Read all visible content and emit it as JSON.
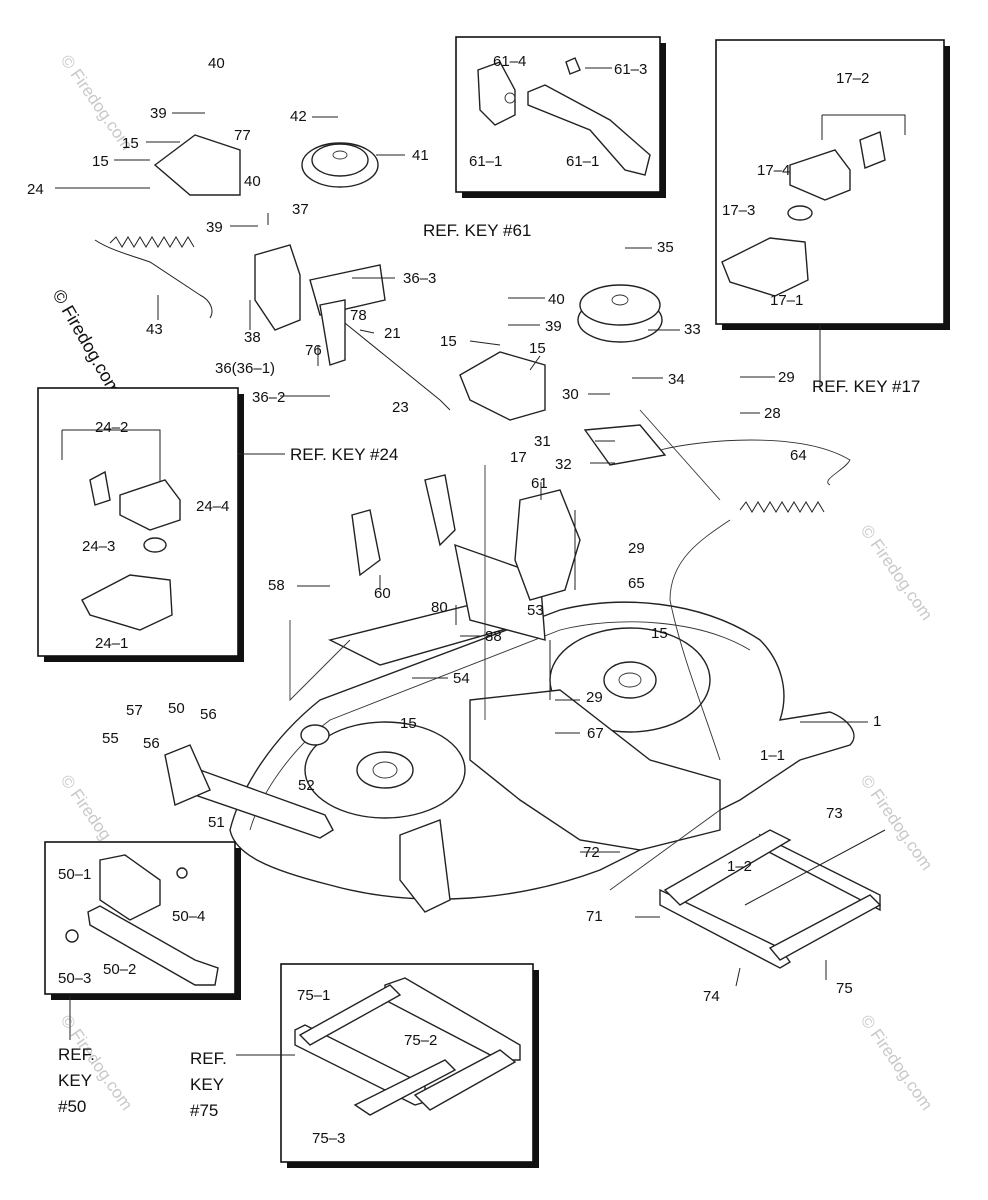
{
  "watermarks": [
    "© Firedog.com",
    "© Firedog.com"
  ],
  "main_labels": [
    "40",
    "39",
    "15",
    "15",
    "77",
    "24",
    "42",
    "41",
    "40",
    "37",
    "39",
    "43",
    "38",
    "78",
    "76",
    "36(36–1)",
    "36–2",
    "21",
    "23",
    "36–3",
    "40",
    "39",
    "15",
    "15",
    "35",
    "33",
    "34",
    "30",
    "31",
    "32",
    "17",
    "29",
    "28",
    "64",
    "61",
    "29",
    "65",
    "53",
    "15",
    "58",
    "60",
    "80",
    "88",
    "54",
    "29",
    "67",
    "1",
    "1–1",
    "57",
    "50",
    "56",
    "55",
    "56",
    "51",
    "52",
    "15",
    "72",
    "1–2",
    "73",
    "71",
    "74",
    "75"
  ],
  "inset_61": {
    "labels": [
      "61–4",
      "61–3",
      "61–1",
      "61–1"
    ],
    "ref": "REF. KEY #61"
  },
  "inset_17": {
    "labels": [
      "17–2",
      "17–4",
      "17–3",
      "17–1"
    ],
    "ref": "REF. KEY #17"
  },
  "inset_24": {
    "labels": [
      "24–2",
      "24–4",
      "24–3",
      "24–1"
    ],
    "ref": "REF. KEY #24"
  },
  "inset_50": {
    "labels": [
      "50–1",
      "50–4",
      "50–3",
      "50–2"
    ],
    "ref_lines": [
      "REF.",
      "KEY",
      "#50"
    ]
  },
  "inset_75": {
    "labels": [
      "75–1",
      "75–2",
      "75–3"
    ],
    "ref_lines": [
      "REF.",
      "KEY",
      "#75"
    ]
  }
}
